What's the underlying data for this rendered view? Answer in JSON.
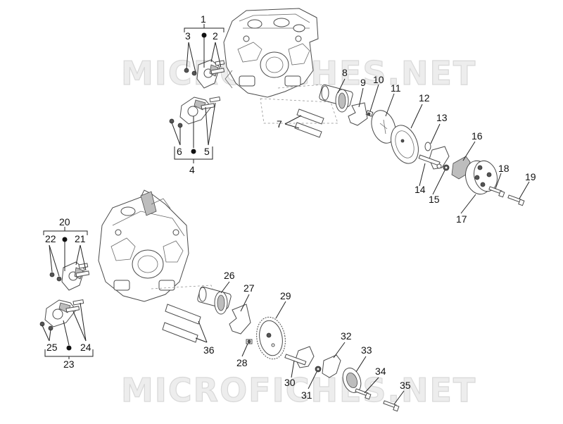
{
  "watermark": {
    "text": "MICROFICHES.NET"
  },
  "callouts": [
    {
      "id": "1",
      "label": "1"
    },
    {
      "id": "2",
      "label": "2"
    },
    {
      "id": "3",
      "label": "3"
    },
    {
      "id": "4",
      "label": "4"
    },
    {
      "id": "5",
      "label": "5"
    },
    {
      "id": "6",
      "label": "6"
    },
    {
      "id": "7",
      "label": "7"
    },
    {
      "id": "8",
      "label": "8"
    },
    {
      "id": "9",
      "label": "9"
    },
    {
      "id": "10",
      "label": "10"
    },
    {
      "id": "11",
      "label": "11"
    },
    {
      "id": "12",
      "label": "12"
    },
    {
      "id": "13",
      "label": "13"
    },
    {
      "id": "14",
      "label": "14"
    },
    {
      "id": "15",
      "label": "15"
    },
    {
      "id": "16",
      "label": "16"
    },
    {
      "id": "17",
      "label": "17"
    },
    {
      "id": "18",
      "label": "18"
    },
    {
      "id": "19",
      "label": "19"
    },
    {
      "id": "20",
      "label": "20"
    },
    {
      "id": "21",
      "label": "21"
    },
    {
      "id": "22",
      "label": "22"
    },
    {
      "id": "23",
      "label": "23"
    },
    {
      "id": "24",
      "label": "24"
    },
    {
      "id": "25",
      "label": "25"
    },
    {
      "id": "26",
      "label": "26"
    },
    {
      "id": "27",
      "label": "27"
    },
    {
      "id": "28",
      "label": "28"
    },
    {
      "id": "29",
      "label": "29"
    },
    {
      "id": "30",
      "label": "30"
    },
    {
      "id": "31",
      "label": "31"
    },
    {
      "id": "32",
      "label": "32"
    },
    {
      "id": "33",
      "label": "33"
    },
    {
      "id": "34",
      "label": "34"
    },
    {
      "id": "35",
      "label": "35"
    },
    {
      "id": "36",
      "label": "36"
    }
  ]
}
